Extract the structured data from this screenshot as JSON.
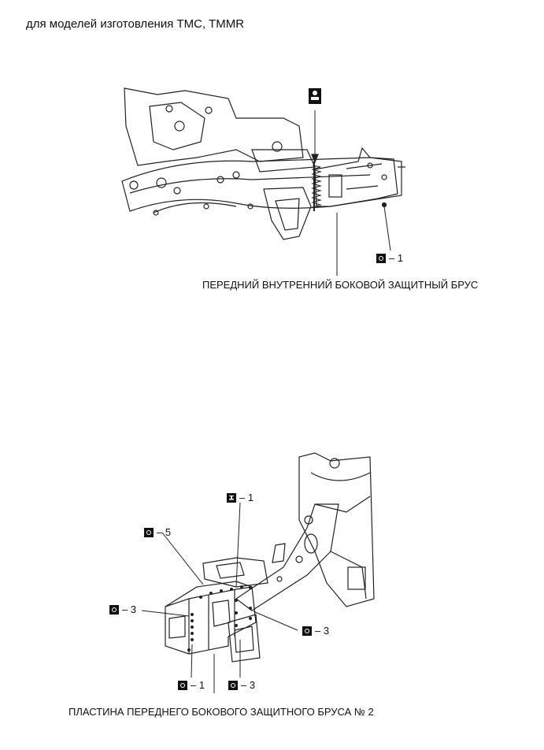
{
  "heading": "для моделей изготовления TMC, TMMR",
  "top_figure": {
    "caption": "ПЕРЕДНИЙ ВНУТРЕННИЙ БОКОВОЙ ЗАЩИТНЫЙ БРУС",
    "callouts": [
      {
        "symbol": "spot-weld-icon",
        "text": "– 1"
      }
    ],
    "top_symbol": "cut-point-icon"
  },
  "bottom_figure": {
    "caption": "ПЛАСТИНА ПЕРЕДНЕГО БОКОВОГО ЗАЩИТНОГО БРУСА № 2",
    "callouts": [
      {
        "symbol": "plug-weld-icon",
        "text": "– 1"
      },
      {
        "symbol": "spot-weld-icon",
        "text": "– 5"
      },
      {
        "symbol": "spot-weld-icon",
        "text": "– 3"
      },
      {
        "symbol": "spot-weld-icon",
        "text": "– 3"
      },
      {
        "symbol": "spot-weld-icon",
        "text": "– 1"
      },
      {
        "symbol": "spot-weld-icon",
        "text": "– 3"
      }
    ]
  }
}
